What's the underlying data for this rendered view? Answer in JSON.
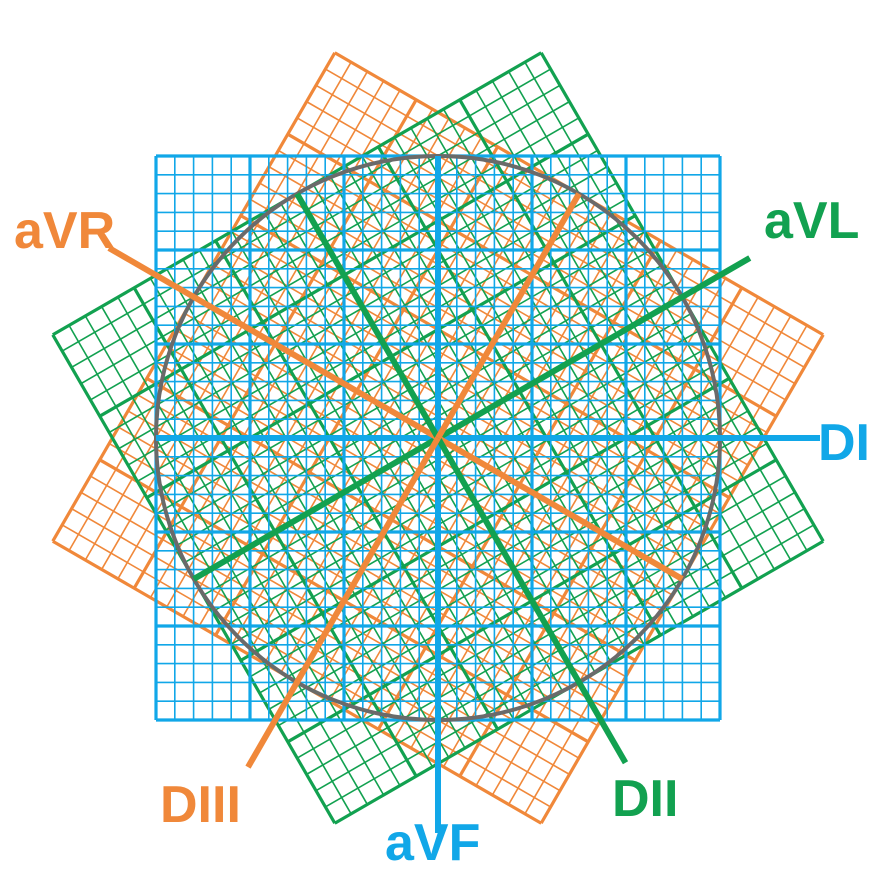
{
  "colors": {
    "blue": "#11a7e8",
    "green": "#12a150",
    "orange": "#f0883a",
    "circle": "#6a6a6a",
    "background": "#ffffff"
  },
  "leads": [
    {
      "id": "di",
      "label": "DI",
      "angle_deg": 0,
      "color": "#11a7e8"
    },
    {
      "id": "avl",
      "label": "aVL",
      "angle_deg": -30,
      "color": "#12a150"
    },
    {
      "id": "avr",
      "label": "aVR",
      "angle_deg": -150,
      "color": "#f0883a"
    },
    {
      "id": "avf",
      "label": "aVF",
      "angle_deg": 90,
      "color": "#11a7e8"
    },
    {
      "id": "dii",
      "label": "DII",
      "angle_deg": 60,
      "color": "#12a150"
    },
    {
      "id": "diii",
      "label": "DIII",
      "angle_deg": 120,
      "color": "#f0883a"
    }
  ],
  "grids": [
    {
      "id": "blue-grid",
      "rotation_deg": 0,
      "color": "#11a7e8"
    },
    {
      "id": "green-grid",
      "rotation_deg": -30,
      "color": "#12a150"
    },
    {
      "id": "orange-grid",
      "rotation_deg": 30,
      "color": "#f0883a"
    }
  ]
}
